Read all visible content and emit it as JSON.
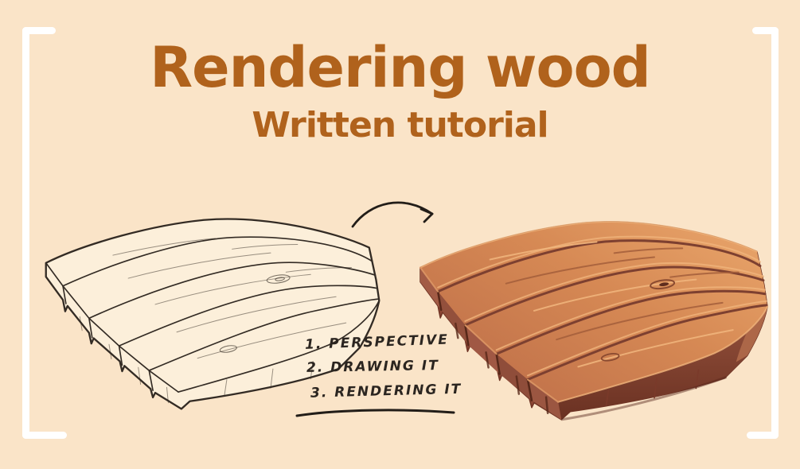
{
  "page": {
    "title": "Rendering wood",
    "subtitle": "Written tutorial"
  },
  "steps": {
    "items": [
      {
        "label": "1. PERSPECTIVE"
      },
      {
        "label": "2. DRAWING IT"
      },
      {
        "label": "3. RENDERING IT"
      }
    ]
  },
  "illustrations": {
    "left": "wood-planks-line-sketch",
    "right": "wood-planks-painted-render",
    "arrow": "curved-arrow-right"
  },
  "colors": {
    "background": "#fae4c8",
    "title_text": "#b0621c",
    "frame_brackets": "#ffffff",
    "ink": "#2b2520",
    "wood_top_light": "#eaa76c",
    "wood_top_mid": "#d68954",
    "wood_front": "#8f4a37",
    "wood_shadow": "#6a3122"
  }
}
